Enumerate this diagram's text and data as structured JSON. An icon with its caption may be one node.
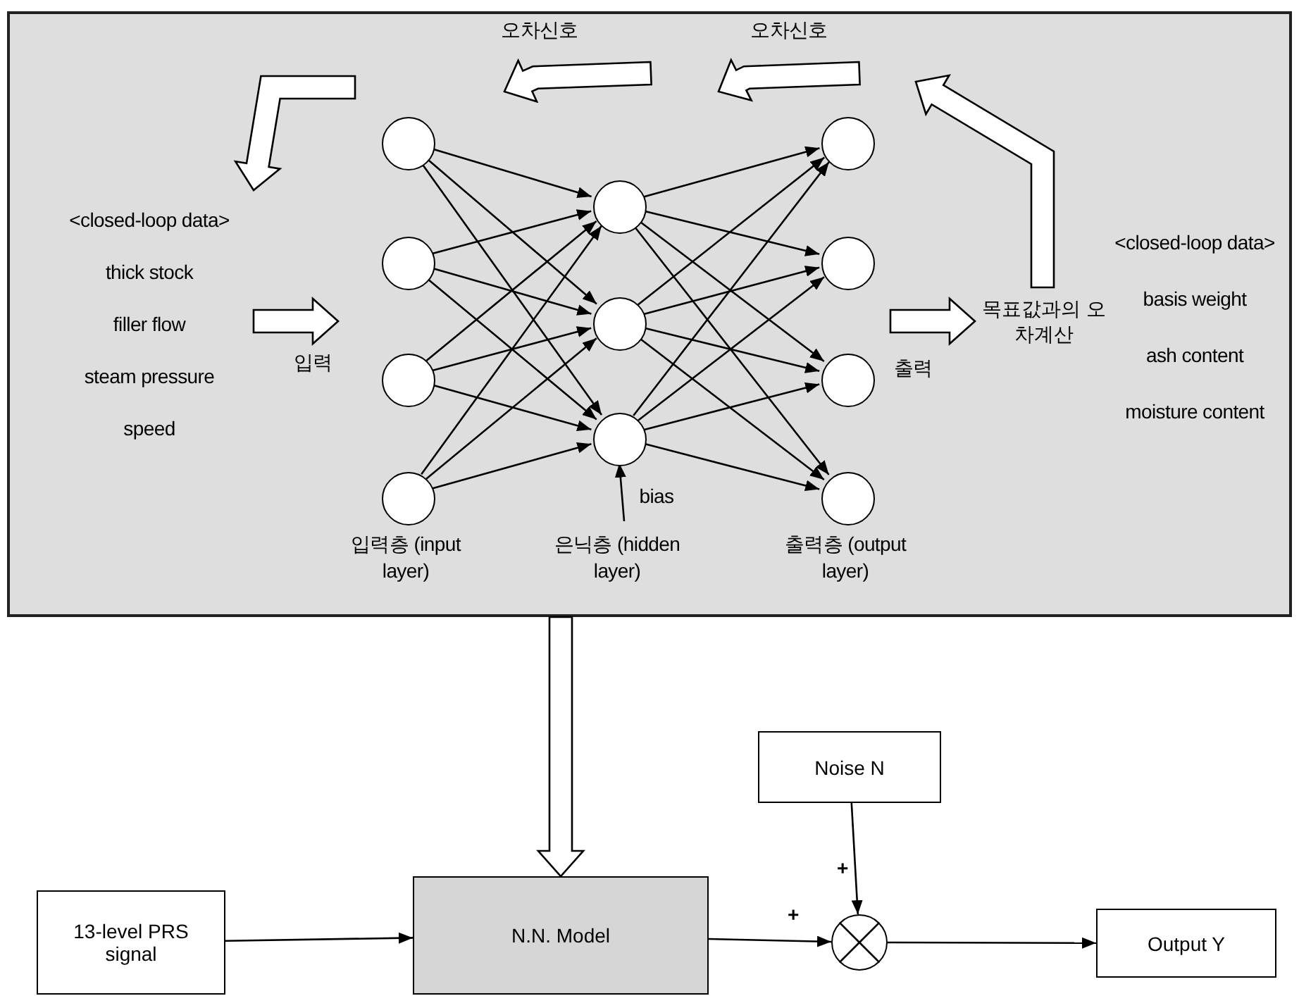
{
  "diagram": {
    "nodes": [
      {
        "text": [],
        "shape": "box"
      },
      {
        "text": [],
        "shape": "circle",
        "in": 0
      },
      {
        "text": [],
        "shape": "circle",
        "in": 0
      },
      {
        "text": [],
        "shape": "circle",
        "in": 0
      },
      {
        "text": [],
        "shape": "circle",
        "in": 0
      },
      {
        "text": [],
        "shape": "circle",
        "in": 0
      },
      {
        "text": [],
        "shape": "circle",
        "in": 0
      },
      {
        "text": [],
        "shape": "circle",
        "in": 0
      },
      {
        "text": [],
        "shape": "circle",
        "in": 0
      },
      {
        "text": [],
        "shape": "circle",
        "in": 0
      },
      {
        "text": [],
        "shape": "circle",
        "in": 0
      },
      {
        "text": [],
        "shape": "circle",
        "in": 0
      },
      {
        "text": [
          "<closed-loop data>",
          "thick stock",
          "filler flow",
          "steam pressure",
          "speed"
        ],
        "in": 0
      },
      {
        "text": [
          "목표값과의 오차계산"
        ],
        "in": 0
      },
      {
        "text": [
          "<closed-loop data>",
          "basis weight",
          "ash content",
          "moisture content"
        ],
        "in": 0
      },
      {
        "text": [
          "13-level PRS signal"
        ]
      },
      {
        "text": [
          "N.N. Model"
        ]
      },
      {
        "text": [
          "Noise N"
        ]
      },
      {
        "text": [],
        "shape": "circle"
      },
      {
        "text": [
          "Output Y"
        ]
      }
    ],
    "edges": [
      {
        "from": 1,
        "to": 5,
        "arrow": "to"
      },
      {
        "from": 1,
        "to": 6,
        "arrow": "to"
      },
      {
        "from": 1,
        "to": 7,
        "arrow": "to"
      },
      {
        "from": 2,
        "to": 5,
        "arrow": "to"
      },
      {
        "from": 2,
        "to": 6,
        "arrow": "to"
      },
      {
        "from": 2,
        "to": 7,
        "arrow": "to"
      },
      {
        "from": 3,
        "to": 5,
        "arrow": "to"
      },
      {
        "from": 3,
        "to": 6,
        "arrow": "to"
      },
      {
        "from": 3,
        "to": 7,
        "arrow": "to"
      },
      {
        "from": 4,
        "to": 5,
        "arrow": "to"
      },
      {
        "from": 4,
        "to": 6,
        "arrow": "to"
      },
      {
        "from": 4,
        "to": 7,
        "arrow": "to"
      },
      {
        "from": 5,
        "to": 8,
        "arrow": "to"
      },
      {
        "from": 5,
        "to": 9,
        "arrow": "to"
      },
      {
        "from": 5,
        "to": 10,
        "arrow": "to"
      },
      {
        "from": 5,
        "to": 11,
        "arrow": "to"
      },
      {
        "from": 6,
        "to": 8,
        "arrow": "to"
      },
      {
        "from": 6,
        "to": 9,
        "arrow": "to"
      },
      {
        "from": 6,
        "to": 10,
        "arrow": "to"
      },
      {
        "from": 6,
        "to": 11,
        "arrow": "to"
      },
      {
        "from": 7,
        "to": 8,
        "arrow": "to"
      },
      {
        "from": 7,
        "to": 9,
        "arrow": "to"
      },
      {
        "from": 7,
        "to": 10,
        "arrow": "to"
      },
      {
        "from": 7,
        "to": 11,
        "arrow": "to"
      },
      {
        "from": null,
        "to": 7,
        "arrow": "to",
        "label": "bias"
      },
      {
        "from": 12,
        "to": null,
        "arrow": "to",
        "label": "입력",
        "style": "thick"
      },
      {
        "from": null,
        "to": 13,
        "arrow": "to",
        "label": "출력",
        "style": "thick"
      },
      {
        "from": 13,
        "to": null,
        "arrow": "to",
        "style": "thick"
      },
      {
        "from": null,
        "to": 12,
        "arrow": "to",
        "style": "thick"
      },
      {
        "from": 0,
        "to": 16,
        "arrow": "to",
        "style": "thick"
      },
      {
        "from": 15,
        "to": 16,
        "arrow": "to"
      },
      {
        "from": 16,
        "to": 18,
        "arrow": "to",
        "label": "+"
      },
      {
        "from": 17,
        "to": 18,
        "arrow": "to",
        "label": "+"
      },
      {
        "from": 18,
        "to": 19,
        "arrow": "to"
      }
    ],
    "labels": [
      "오차신호",
      "오차신호",
      "입력층 (input layer)",
      "은닉층 (hidden layer)",
      "출력층 (output layer)"
    ]
  }
}
